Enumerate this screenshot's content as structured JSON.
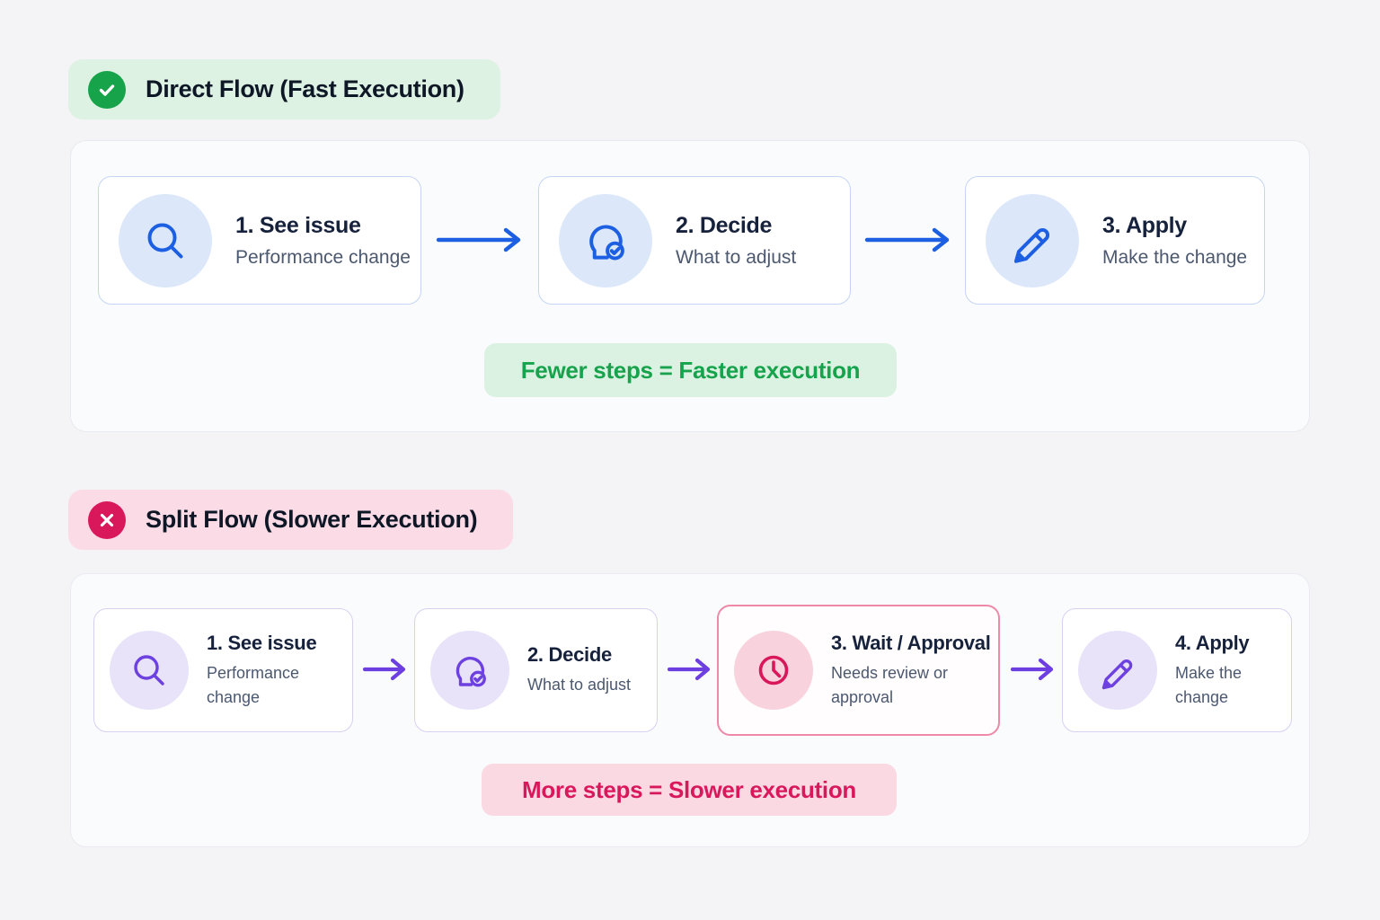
{
  "colors": {
    "background": "#f4f4f6",
    "blue_accent": "#1d5fe3",
    "purple_accent": "#6d3fe0",
    "green_accent": "#16a34a",
    "crimson_accent": "#d9185c",
    "green_badge_bg": "#def2e3",
    "pink_badge_bg": "#fbdbe6",
    "blue_icon_bg": "#dce8f9",
    "lavender_icon_bg": "#e8e3f9",
    "rose_icon_bg": "#f8d3de"
  },
  "sections": [
    {
      "badge": {
        "label": "Direct Flow (Fast Execution)",
        "icon": "check-circle"
      },
      "steps": [
        {
          "title": "1. See issue",
          "subtitle": "Performance change",
          "icon": "magnifier"
        },
        {
          "title": "2. Decide",
          "subtitle": "What to adjust",
          "icon": "head-check"
        },
        {
          "title": "3. Apply",
          "subtitle": "Make the change",
          "icon": "pencil"
        }
      ],
      "banner": "Fewer steps = Faster execution"
    },
    {
      "badge": {
        "label": "Split Flow (Slower Execution)",
        "icon": "x-circle"
      },
      "steps": [
        {
          "title": "1. See issue",
          "subtitle": "Performance change",
          "icon": "magnifier"
        },
        {
          "title": "2. Decide",
          "subtitle": "What to adjust",
          "icon": "head-check"
        },
        {
          "title": "3. Wait / Approval",
          "subtitle": "Needs review or approval",
          "icon": "clock"
        },
        {
          "title": "4. Apply",
          "subtitle": "Make the change",
          "icon": "pencil"
        }
      ],
      "banner": "More steps = Slower execution"
    }
  ]
}
